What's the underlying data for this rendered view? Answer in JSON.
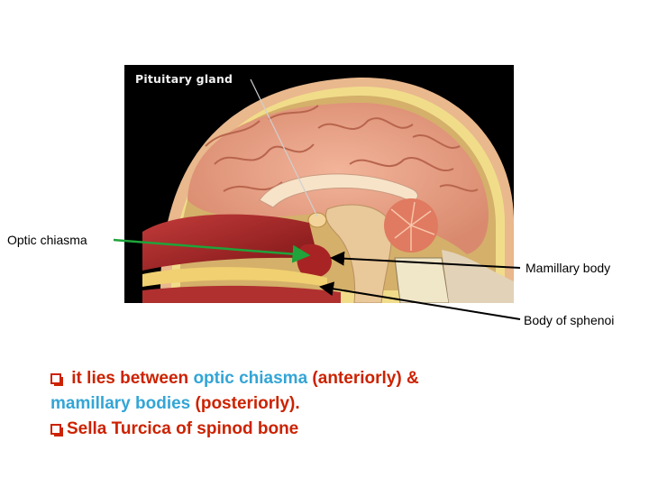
{
  "figure": {
    "caption": "Pituitary gland"
  },
  "labels": {
    "optic_chiasma": "Optic chiasma",
    "mamillary_body": "Mamillary body",
    "body_of_sphenoid": "Body of sphenoi"
  },
  "arrows": {
    "optic_color": "#1fa33a",
    "other_color": "#000000"
  },
  "bullets": {
    "line1_a": "it lies between ",
    "line1_b": "optic chiasma",
    "line1_c": " (anteriorly) &",
    "line2_a": "mamillary bodies",
    "line2_b": " (posteriorly).",
    "line3": "Sella Turcica of spinod bone"
  },
  "colors": {
    "text_red": "#cc2200",
    "text_blue": "#33a5d6"
  }
}
